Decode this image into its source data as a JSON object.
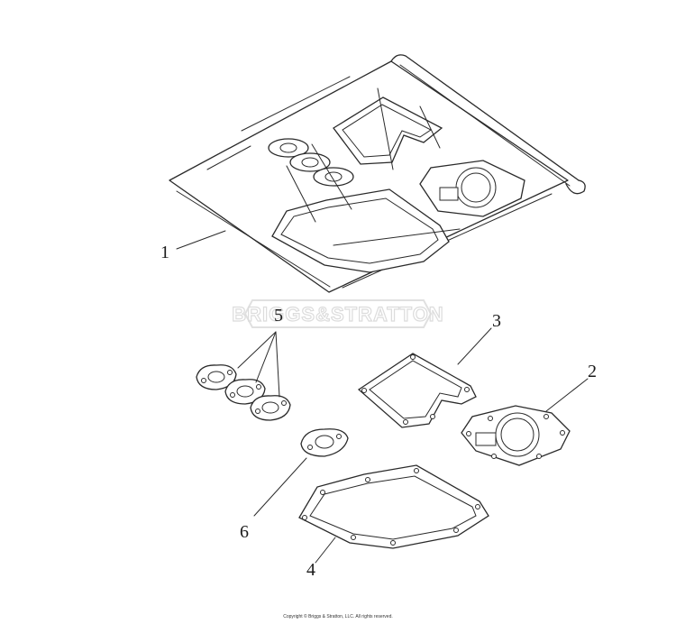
{
  "watermark": "BRIGGS&STRATTON",
  "callouts": [
    {
      "id": "1",
      "label": "1"
    },
    {
      "id": "2",
      "label": "2"
    },
    {
      "id": "3",
      "label": "3"
    },
    {
      "id": "4",
      "label": "4"
    },
    {
      "id": "5",
      "label": "5"
    },
    {
      "id": "6",
      "label": "6"
    }
  ],
  "copyright": "Copyright © Briggs & Stratton, LLC. All rights reserved."
}
